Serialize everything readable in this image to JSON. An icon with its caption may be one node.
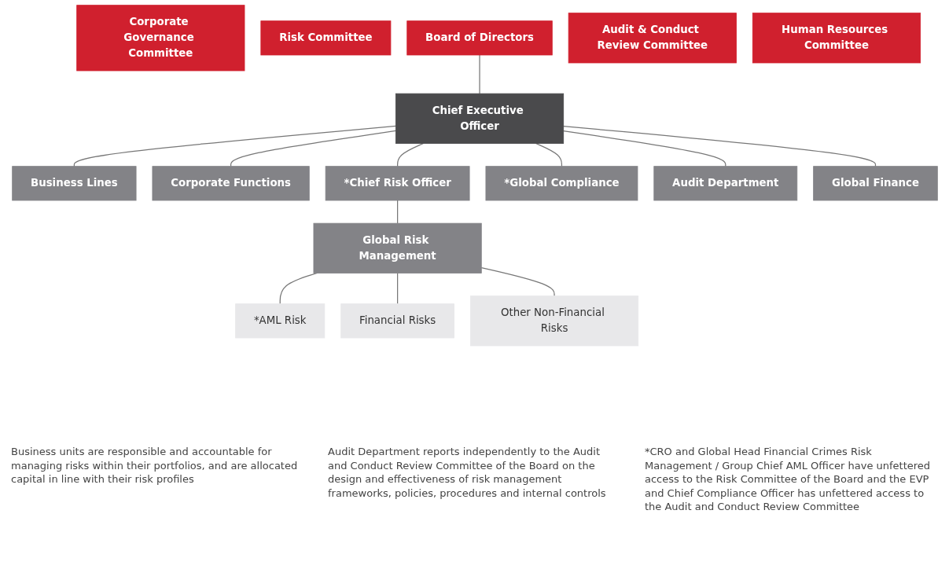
{
  "diagram": {
    "nodes": [
      {
        "text": [
          "Corporate Governance Committee"
        ]
      },
      {
        "text": [
          "Risk Committee"
        ]
      },
      {
        "text": [
          "Board of Directors"
        ]
      },
      {
        "text": [
          "Audit & Conduct Review Committee"
        ]
      },
      {
        "text": [
          "Human Resources Committee"
        ]
      },
      {
        "text": [
          "Chief Executive Officer"
        ]
      },
      {
        "text": [
          "Business Lines"
        ]
      },
      {
        "text": [
          "Corporate Functions"
        ]
      },
      {
        "text": [
          "*Chief Risk Officer"
        ]
      },
      {
        "text": [
          "*Global Compliance"
        ]
      },
      {
        "text": [
          "Audit Department"
        ]
      },
      {
        "text": [
          "Global Finance"
        ]
      },
      {
        "text": [
          "Global Risk Management"
        ]
      },
      {
        "text": [
          "*AML Risk"
        ]
      },
      {
        "text": [
          "Financial Risks"
        ]
      },
      {
        "text": [
          "Other Non-Financial Risks"
        ]
      }
    ],
    "edges": [
      {
        "from": 2,
        "to": 5,
        "arrow": "none"
      },
      {
        "from": 5,
        "to": 6,
        "arrow": "none"
      },
      {
        "from": 5,
        "to": 7,
        "arrow": "none"
      },
      {
        "from": 5,
        "to": 8,
        "arrow": "none"
      },
      {
        "from": 5,
        "to": 9,
        "arrow": "none"
      },
      {
        "from": 5,
        "to": 10,
        "arrow": "none"
      },
      {
        "from": 5,
        "to": 11,
        "arrow": "none"
      },
      {
        "from": 8,
        "to": 12,
        "arrow": "none"
      },
      {
        "from": 12,
        "to": 13,
        "arrow": "none"
      },
      {
        "from": 12,
        "to": 14,
        "arrow": "none"
      },
      {
        "from": 12,
        "to": 15,
        "arrow": "none"
      }
    ],
    "labels": [
      "Business units are responsible and accountable for managing risks within their portfolios, and are allocated capital in line with their risk profiles",
      "Audit Department reports independently to the Audit and Conduct Review Committee of the Board on the design and effectiveness of risk management frameworks, policies, procedures and internal controls",
      "*CRO and Global Head Financial Crimes Risk Management / Group Chief AML Officer have unfettered access to the Risk Committee of the Board and the EVP and Chief Compliance Officer has unfettered access to the Audit and Conduct Review Committee"
    ]
  }
}
